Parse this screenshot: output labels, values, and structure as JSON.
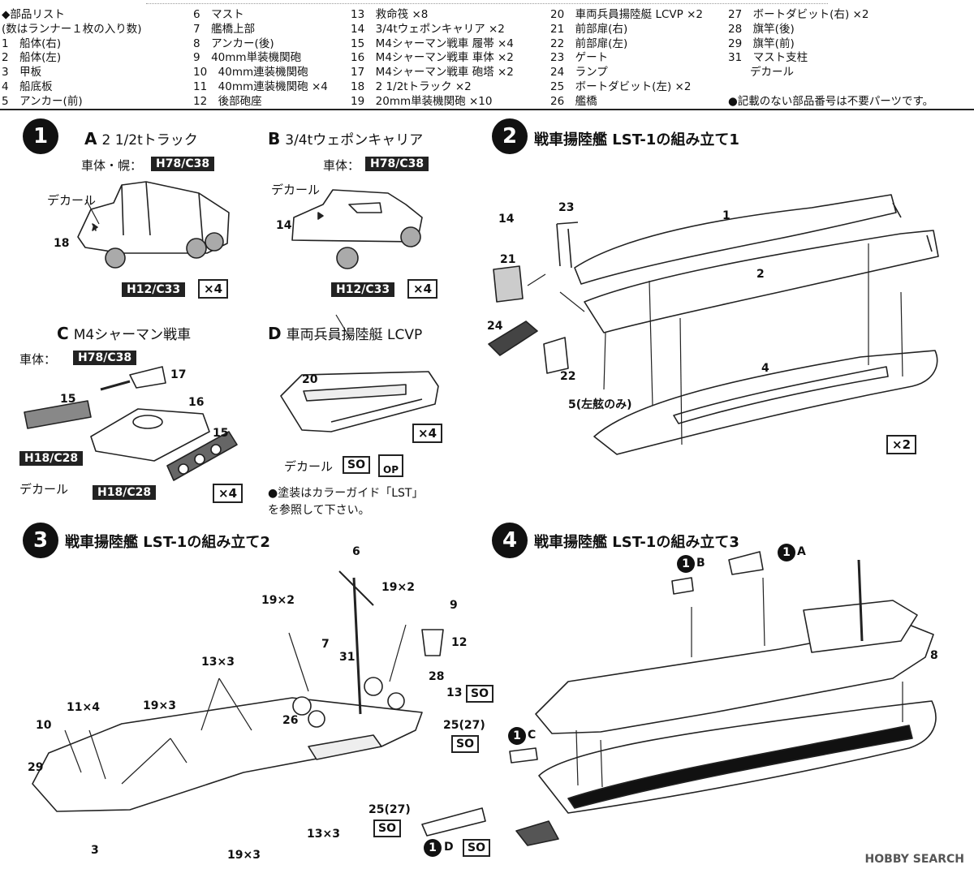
{
  "parts_list": {
    "col1": [
      "◆部品リスト",
      "(数はランナー１枚の入り数)",
      "1　船体(右)",
      "2　船体(左)",
      "3　甲板",
      "4　船底板",
      "5　アンカー(前)"
    ],
    "col2": [
      "6　マスト",
      "7　艦橋上部",
      "8　アンカー(後)",
      "9　40mm単装機関砲",
      "10　40mm連装機関砲",
      "11　40mm連装機関砲 ×4",
      "12　後部砲座"
    ],
    "col3": [
      "13　救命筏 ×8",
      "14　3/4tウェポンキャリア ×2",
      "15　M4シャーマン戦車 履帯 ×4",
      "16　M4シャーマン戦車 車体 ×2",
      "17　M4シャーマン戦車 砲塔 ×2",
      "18　2 1/2tトラック ×2",
      "19　20mm単装機関砲 ×10"
    ],
    "col4": [
      "20　車両兵員揚陸艇 LCVP ×2",
      "21　前部扉(右)",
      "22　前部扉(左)",
      "23　ゲート",
      "24　ランプ",
      "25　ボートダビット(左) ×2",
      "26　艦橋"
    ],
    "col5": [
      "27　ボートダビット(右) ×2",
      "28　旗竿(後)",
      "29　旗竿(前)",
      "31　マスト支柱",
      "　　デカール",
      "",
      "●記載のない部品番号は不要パーツです。"
    ]
  },
  "step1": {
    "num": "1",
    "a_letter": "A",
    "a_title": "2 1/2tトラック",
    "a_body": "車体・幌：",
    "a_body_tag": "H78/C38",
    "a_decal": "デカール",
    "a_part": "18",
    "a_wheel_tag": "H12/C33",
    "a_mult": "×4",
    "b_letter": "B",
    "b_title": "3/4tウェポンキャリア",
    "b_body": "車体：",
    "b_body_tag": "H78/C38",
    "b_decal": "デカール",
    "b_part": "14",
    "b_wheel_tag": "H12/C33",
    "b_mult": "×4",
    "c_letter": "C",
    "c_title": "M4シャーマン戦車",
    "c_body": "車体：",
    "c_body_tag": "H78/C38",
    "c_p17": "17",
    "c_p15a": "15",
    "c_p16": "16",
    "c_p15b": "15",
    "c_track_tag1": "H18/C28",
    "c_track_tag2": "H18/C28",
    "c_decal": "デカール",
    "c_mult": "×4",
    "d_letter": "D",
    "d_title": "車両兵員揚陸艇 LCVP",
    "d_p20": "20",
    "d_mult": "×4",
    "d_decal": "デカール",
    "d_so": "SO",
    "d_op": "OP",
    "d_note1": "●塗装はカラーガイド「LST」",
    "d_note2": "を参照して下さい。"
  },
  "step2": {
    "num": "2",
    "title": "戦車揚陸艦 LST-1の組み立て1",
    "p14": "14",
    "p23": "23",
    "p1": "1",
    "p21": "21",
    "p2": "2",
    "p24": "24",
    "p22": "22",
    "p4": "4",
    "p5": "5(左舷のみ)",
    "mult": "×2"
  },
  "step3": {
    "num": "3",
    "title": "戦車揚陸艦 LST-1の組み立て2",
    "p6": "6",
    "p19a": "19×2",
    "p19b": "19×2",
    "p9": "9",
    "p7": "7",
    "p12": "12",
    "p31": "31",
    "p13a": "13×3",
    "p28": "28",
    "p13b": "13",
    "p11": "11×4",
    "p19c": "19×3",
    "p26": "26",
    "p25a": "25(27)",
    "p10": "10",
    "p29": "29",
    "p3": "3",
    "p13c": "13×3",
    "p25b": "25(27)",
    "p19d": "19×3",
    "so1": "SO",
    "so2": "SO",
    "so3": "SO",
    "so4": "SO",
    "d_ref": "D"
  },
  "step4": {
    "num": "4",
    "title": "戦車揚陸艦 LST-1の組み立て3",
    "ref_b": "B",
    "ref_a": "A",
    "ref_c": "C",
    "one": "1",
    "p8": "8"
  },
  "watermark": "HOBBY SEARCH"
}
